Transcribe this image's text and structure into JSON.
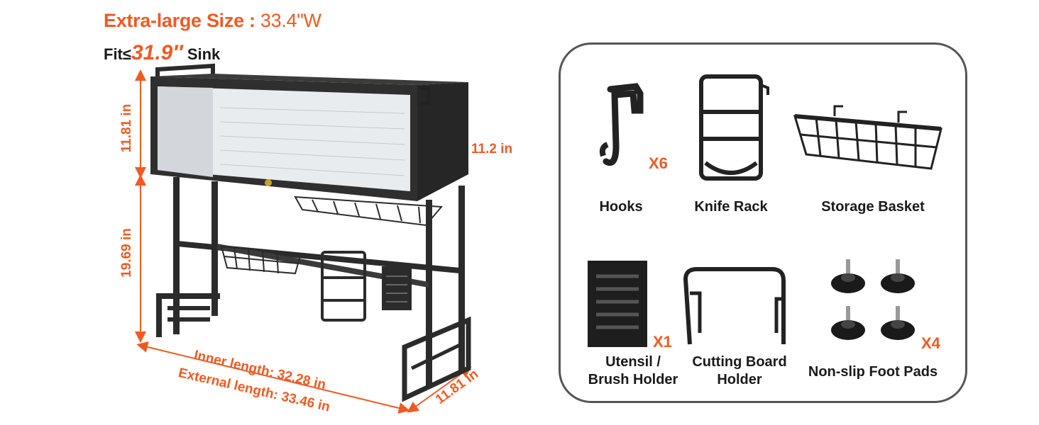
{
  "header": {
    "size_label": "Extra-large Size : ",
    "size_value": "33.4\"W",
    "fit_prefix": "Fit≤",
    "fit_value": "31.9″",
    "fit_suffix": " Sink"
  },
  "dimensions": {
    "cabinet_height": "11.81 in",
    "cabinet_depth": "11.2 in",
    "leg_height": "19.69 in",
    "inner_length": "Inner length: 32.28 in",
    "external_length": "External length: 33.46 in",
    "base_depth": "11.81 in"
  },
  "accessories": [
    {
      "label": "Hooks",
      "qty": "X6",
      "icon": "hook-icon"
    },
    {
      "label": "Knife Rack",
      "qty": "",
      "icon": "knife-rack-icon"
    },
    {
      "label": "Storage Basket",
      "qty": "",
      "icon": "storage-basket-icon"
    },
    {
      "label_line1": "Utensil /",
      "label_line2": "Brush Holder",
      "qty": "X1",
      "icon": "utensil-holder-icon"
    },
    {
      "label_line1": "Cutting Board",
      "label_line2": "Holder",
      "qty": "",
      "icon": "cutting-board-holder-icon"
    },
    {
      "label": "Non-slip Foot Pads",
      "qty": "X4",
      "icon": "foot-pad-icon"
    }
  ],
  "colors": {
    "accent": "#f05a22",
    "text": "#1a1a1a",
    "metal": "#2b2b2b",
    "panel_border": "#555555"
  }
}
